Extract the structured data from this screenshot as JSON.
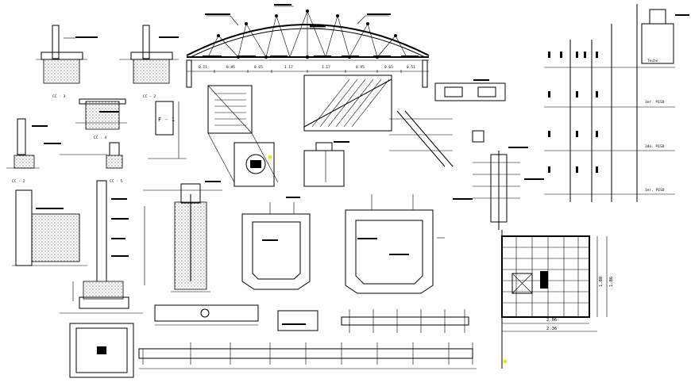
{
  "truss": {
    "dims": [
      "0.51",
      "0.85",
      "0.65",
      "1.17",
      "1.17",
      "0.95",
      "0.65",
      "0.51"
    ]
  },
  "footing_labels": {
    "cc3": "CC - 3",
    "cc2": "CC - 2",
    "cc4": "CC - 4",
    "cc1": "CC - 1",
    "cc5": "CC - 5"
  },
  "detail_f1": "F - 1",
  "plan_dims": {
    "h1": "1.88",
    "h2": "1.86",
    "w1": "2.06",
    "w2": "2.36"
  },
  "floors": {
    "f1": "1er. PISO",
    "f2": "2do. PISO",
    "f3": "3er. PISO",
    "roof": "Techo"
  },
  "colors": {
    "ink": "#000000",
    "paper": "#ffffff",
    "accent": "#f2e600"
  }
}
